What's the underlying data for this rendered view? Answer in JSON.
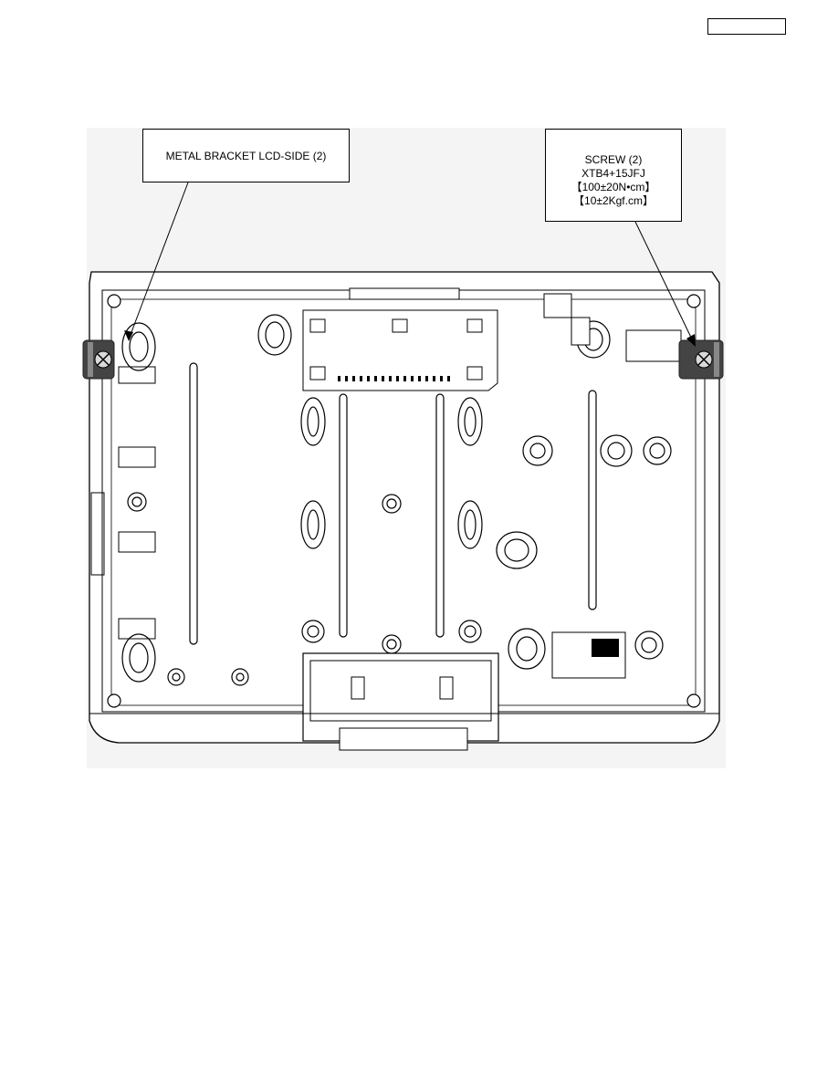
{
  "header": {
    "page_code": ""
  },
  "callouts": {
    "bracket": {
      "label": "METAL BRACKET LCD-SIDE (2)"
    },
    "screw": {
      "line1": "SCREW (2)",
      "line2": "XTB4+15JFJ",
      "line3": "【100±20N•cm】",
      "line4": "【10±2Kgf.cm】"
    }
  }
}
